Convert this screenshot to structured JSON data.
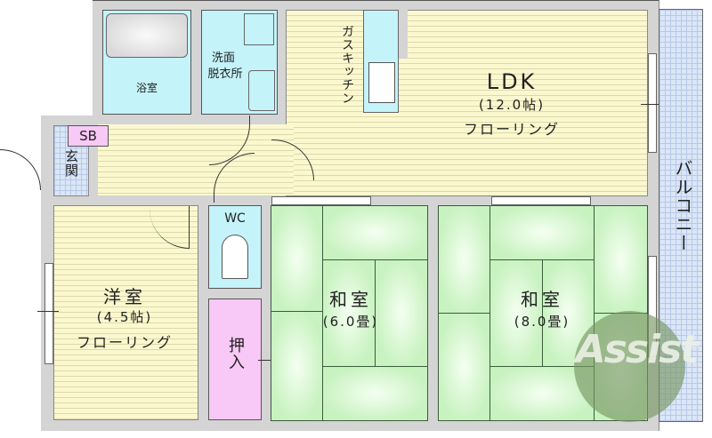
{
  "plan": {
    "rooms": {
      "bath": {
        "name": "浴室"
      },
      "washroom": {
        "name": "洗面\n脱衣所",
        "line1": "洗面",
        "line2": "脱衣所"
      },
      "kitchen": {
        "name": "ガスキッチン"
      },
      "ldk": {
        "name": "LDK",
        "size": "(12.0帖)",
        "floor": "フローリング"
      },
      "entrance": {
        "name": "玄関"
      },
      "shoe_box": {
        "name": "SB"
      },
      "toilet": {
        "name": "WC"
      },
      "western": {
        "name": "洋室",
        "size": "(4.5帖)",
        "floor": "フローリング"
      },
      "closet": {
        "name": "押入"
      },
      "japanese_6": {
        "name": "和室",
        "size": "(6.0畳)"
      },
      "japanese_8": {
        "name": "和室",
        "size": "(8.0畳)"
      },
      "balcony": {
        "name": "バルコニー"
      }
    },
    "watermark": {
      "text": "Assist"
    },
    "colors": {
      "wall": "#d4d4d4",
      "wood_floor": "#fbf8cf",
      "wet_area": "#c4f3f9",
      "tile": "#dbe6f6",
      "tatami": "#c8f2c0",
      "closet": "#f8c8f6",
      "watermark": "#7f9a6e"
    }
  }
}
